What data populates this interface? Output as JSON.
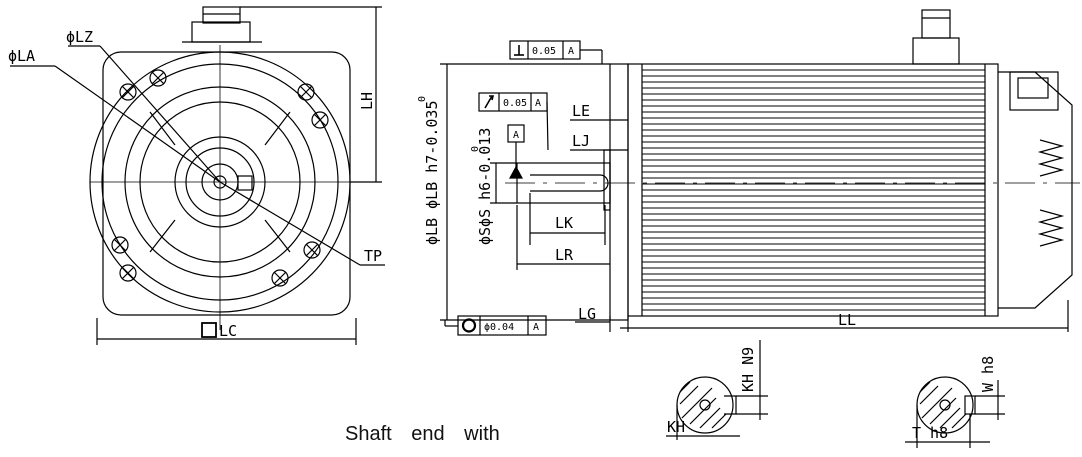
{
  "front_view": {
    "dia_la": "ϕLA",
    "dia_lz": "ϕLZ",
    "lh": "LH",
    "tp": "TP",
    "lc": "LC"
  },
  "side_view": {
    "perp_tol": "0.05",
    "runout_tol": "0.05",
    "datum": "A",
    "lb_fit": "ϕLB ϕLB h7-0.035",
    "s_fit": "ϕSϕS h6-0.013",
    "tol_zero": "0",
    "le": "LE",
    "lj": "LJ",
    "lk": "LK",
    "lr": "LR",
    "lg": "LG",
    "ll": "LL",
    "conc_tol": "ϕ0.04"
  },
  "key_details": {
    "kh_n9": "KH N9",
    "kh": "KH",
    "w_h8": "W h8",
    "t_h8": "T h8"
  },
  "caption": "Shaft end with"
}
